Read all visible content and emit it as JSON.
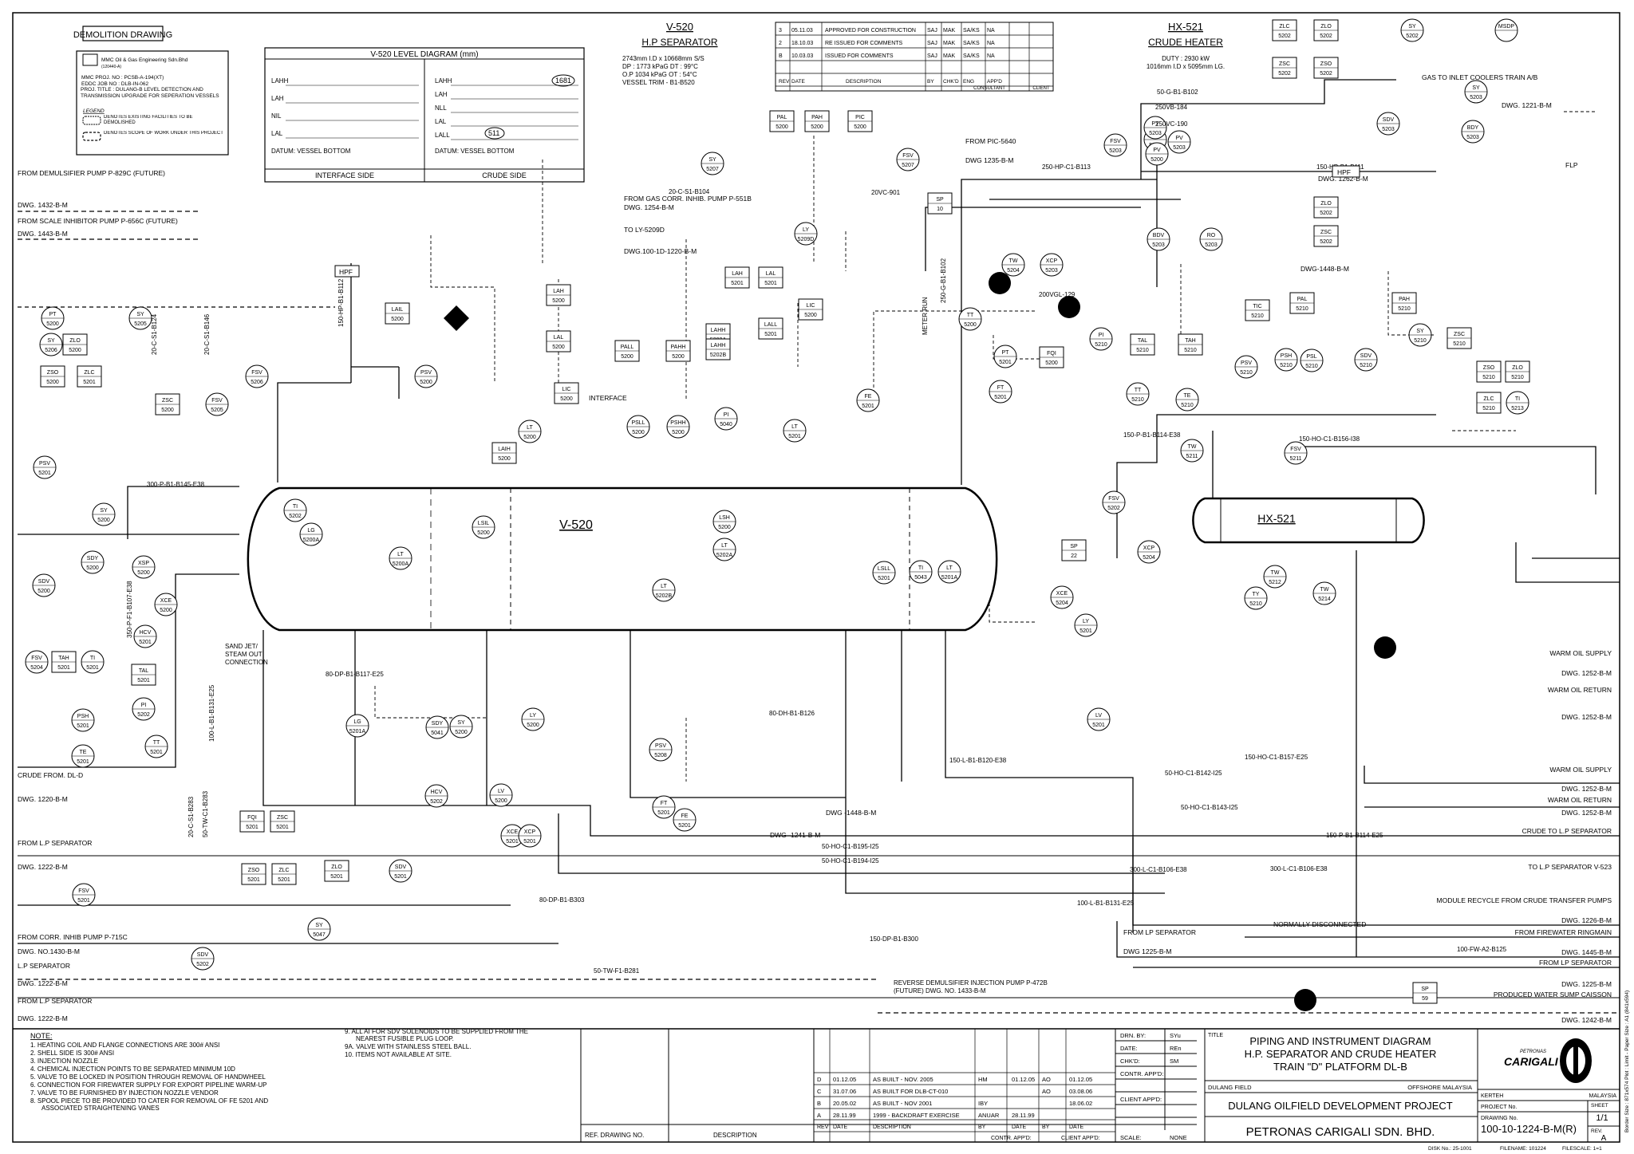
{
  "header": {
    "demolition": "DEMOLITION DRAWING",
    "company": "MMC Oil & Gas Engineering Sdn.Bhd",
    "company_sub": "(120440-A)",
    "mmc_proj": "MMC PROJ. NO : PCSB-A-194(XT)",
    "eddc_job": "EDDC JOB NO : DLB-IN-062",
    "proj_title": "PROJ. TITLE : DULANG-B LEVEL DETECTION AND TRANSMISSION UPGRADE FOR SEPERATION VESSELS",
    "legend_title": "LEGEND",
    "legend_1": "DENOTES EXISTING FACILITIES TO BE DEMOLISHED",
    "legend_2": "DENOTES SCOPE OF WORK UNDER THIS PROJECT"
  },
  "level_diagram": {
    "title": "V-520 LEVEL DIAGRAM (mm)",
    "interface_levels": [
      "LAHH",
      "LAH",
      "NIL",
      "LAL"
    ],
    "crude_levels": [
      "LAHH",
      "LAH",
      "NLL",
      "LAL",
      "LALL"
    ],
    "lahh_value": "1681",
    "lall_value": "511",
    "datum_left": "DATUM: VESSEL BOTTOM",
    "datum_right": "DATUM: VESSEL BOTTOM",
    "interface_side": "INTERFACE SIDE",
    "crude_side": "CRUDE SIDE"
  },
  "v520_spec": {
    "tag": "V-520",
    "name": "H.P SEPARATOR",
    "line1": "2743mm I.D x 10668mm S/S",
    "line2": "DP : 1773 kPaG DT : 99°C",
    "line3": "O.P 1034 kPaG OT : 54°C",
    "line4": "VESSEL TRIM - B1-B520"
  },
  "revision_block": {
    "rows": [
      [
        "3",
        "05.11.03",
        "APPROVED FOR CONSTRUCTION",
        "SAJ",
        "MAK",
        "SA/KS",
        "NA"
      ],
      [
        "2",
        "18.10.03",
        "RE ISSUED FOR COMMENTS",
        "SAJ",
        "MAK",
        "SA/KS",
        "NA"
      ],
      [
        "B",
        "10.03.03",
        "ISSUED FOR COMMENTS",
        "SAJ",
        "MAK",
        "SA/KS",
        "NA"
      ]
    ],
    "headers": [
      "REV",
      "DATE",
      "DESCRIPTION",
      "BY",
      "CHK'D",
      "ENG",
      "APP'D"
    ],
    "consultant": "CONSULTANT",
    "client": "CLIENT"
  },
  "hx521_spec": {
    "tag": "HX-521",
    "name": "CRUDE HEATER",
    "line1": "DUTY : 2930 kW",
    "line2": "1016mm I.D x 5095mm LG."
  },
  "vessel_labels": {
    "v520": "V-520",
    "hx521": "HX-521"
  },
  "instruments": [
    "ZLC 5202",
    "ZLO 5202",
    "ZSC 5202",
    "ZSO 5202",
    "SY 5202",
    "MSDP",
    "SY 5207",
    "PAL 5200",
    "PAH 5200",
    "PIC 5200",
    "FSV 5207",
    "SP 10",
    "PY 5200",
    "PV 5200",
    "TW 5204",
    "XCP 5203",
    "FSV 5203",
    "PY 5203",
    "PV 5203",
    "BDV 5203",
    "RO 5203",
    "SDV 5203",
    "BDY 5203",
    "SY 5203",
    "ZLO 5202",
    "ZSC 5202",
    "LY 5209D",
    "LIC 5200",
    "LAH 5201",
    "LAL 5201",
    "LAH 5200",
    "LAL 5200",
    "LIC 5200",
    "LAIL 5200",
    "PALL 5200",
    "PAHH 5200",
    "LAHH 5202A",
    "LAHH 5202B",
    "LALL 5201",
    "PSLL 5200",
    "PSHH 5200",
    "PI 5040",
    "LT 5201",
    "LT 5200",
    "LAIH 5200",
    "TT 5200",
    "PT 5201",
    "FQI 5200",
    "FT 5201",
    "FE 5201",
    "PT 5200",
    "SY 5205",
    "SY 5206",
    "ZLO 5200",
    "ZSO 5200",
    "ZLC 5201",
    "ZSC 5200",
    "FSV 5205",
    "FSV 5206",
    "PSV 5200",
    "PSV 5201",
    "SY 5200",
    "SDY 5200",
    "XSP 5200",
    "SDV 5200",
    "XCE 5200",
    "FSV 5204",
    "TAH 5201",
    "TI 5201",
    "TAL 5201",
    "PI 5202",
    "PSH 5201",
    "TT 5201",
    "TE 5201",
    "TI 5202",
    "LG 5200A",
    "LT 5200A",
    "LSIL 5200",
    "LSH 5200",
    "LT 5202A",
    "LT 5202B",
    "LSLL 5201",
    "TI 5043",
    "LT 5201A",
    "LG 5201A",
    "SDY 5041",
    "SY 5200",
    "LY 5200",
    "HCV 5202",
    "LV 5200",
    "XCE 5201",
    "XCP 5201",
    "PSV 5208",
    "FT 5201",
    "FE 5201",
    "FQI 5201",
    "ZSC 5201",
    "ZSO 5201",
    "ZLC 5201",
    "ZLO 5201",
    "SDV 5201",
    "FSV 5201",
    "SY 5047",
    "SDV 5202",
    "HCV 5201",
    "SP 59",
    "SP 22",
    "XCP 5204",
    "XCE 5204",
    "LY 5201",
    "LV 5201",
    "FSV 5202",
    "PI 5210",
    "TAL 5210",
    "TAH 5210",
    "TIC 5210",
    "PAL 5210",
    "PAH 5210",
    "PSV 5210",
    "PSL 5210",
    "PSH 5210",
    "SDV 5210",
    "SY 5210",
    "ZSC 5210",
    "ZSO 5210",
    "ZLC 5210",
    "ZLO 5210",
    "TI 5213",
    "TT 5210",
    "TE 5210",
    "TW 5211",
    "FSV 5211",
    "TW 5212",
    "TW 5214",
    "TY 5210"
  ],
  "line_labels": [
    "50-G-B1-B102",
    "250VB-184",
    "250VC-190",
    "150-HP-B1-B111",
    "250-HP-C1-B113",
    "20-C-S1-B104",
    "20VC-901",
    "250-G-B1-B102",
    "200VGL-129",
    "300-P-B1-B145-E38",
    "80-DP-B1-B117-E25",
    "100-L-B1-B131-E25",
    "150-P-B1-B114-E38",
    "150-HO-C1-B156-I38",
    "150-HO-C1-B157-E25",
    "50-HO-C1-B142-I25",
    "50-HO-C1-B143-I25",
    "150-P-B1-B114-E25",
    "300-L-C1-B106-E38",
    "100-L-B1-B131-E25",
    "150-DP-B1-B300",
    "50-TW-F1-B281",
    "150-L-B1-B120-E38",
    "80-DH-B1-B126",
    "50-HO-C1-B195-I25",
    "50-HO-C1-B194-I25",
    "100-FW-A2-B125",
    "300-L-C1-B106-E38",
    "80-DP-B1-B303",
    "350-P-F1-B107-E38",
    "20-C-S1-B124",
    "20-C-S1-B146",
    "150-HP-B1-B112",
    "20-C-S1-B283",
    "50-TW-C1-B283"
  ],
  "connections": {
    "from_demulsifier": "FROM DEMULSIFIER PUMP P-829C (FUTURE)",
    "dwg_1432": "DWG. 1432-B-M",
    "from_scale": "FROM SCALE INHIBITOR PUMP P-656C (FUTURE)",
    "dwg_1443": "DWG. 1443-B-M",
    "from_gas_corr": "FROM GAS CORR. INHIB. PUMP P-551B",
    "dwg_1254": "DWG. 1254-B-M",
    "to_ly": "TO LY-5209D",
    "dwg_100": "DWG.100-1D-1220-B-M",
    "from_pic": "FROM PIC-5640",
    "dwg_1235": "DWG 1235-B-M",
    "gas_inlet": "GAS TO INLET COOLERS TRAIN A/B",
    "dwg_1221": "DWG. 1221-B-M",
    "dwg_1262": "DWG. 1262-B-M",
    "dwc_1448": "DWG-1448-B-M",
    "crude_from": "CRUDE FROM. DL-D",
    "dwg_1220": "DWG. 1220-B-M",
    "from_lp": "FROM L.P SEPARATOR",
    "dwg_1222": "DWG. 1222-B-M",
    "from_corr": "FROM CORR. INHIB PUMP P-715C",
    "dwg_no_1430": "DWG. NO.1430-B-M",
    "lp_sep": "L.P SEPARATOR",
    "dwg_1222b": "DWG. 1222-B-M",
    "from_lp_sep": "FROM L.P SEPARATOR",
    "dwg_1222c": "DWG. 1222-B-M",
    "warm_oil_supply": "WARM OIL SUPPLY",
    "dwg_1252a": "DWG. 1252-B-M",
    "warm_oil_return": "WARM OIL RETURN",
    "dwg_1252b": "DWG. 1252-B-M",
    "warm_oil_supply2": "WARM OIL SUPPLY",
    "dwg_1252c": "DWG. 1252-B-M",
    "warm_oil_return2": "WARM OIL RETURN",
    "dwg_1252d": "DWG. 1252-B-M",
    "crude_to_lp": "CRUDE TO L.P SEPARATOR",
    "to_lp_v523": "TO L.P SEPARATOR V-523",
    "module_recycle": "MODULE RECYCLE FROM CRUDE TRANSFER PUMPS",
    "dwg_1226": "DWG. 1226-B-M",
    "from_fw": "FROM FIREWATER RINGMAIN",
    "dwg_1445": "DWG. 1445-B-M",
    "from_lp2": "FROM LP SEPARATOR",
    "dwg_1225a": "DWG. 1225-B-M",
    "produced_water": "PRODUCED WATER SUMP CAISSON",
    "dwg_1242": "DWG. 1242-B-M",
    "from_lp3": "FROM LP SEPARATOR",
    "dwg_1225b": "DWG 1225-B-M",
    "reverse_demuls": "REVERSE DEMULSIFIER INJECTION PUMP P-472B (FUTURE) DWG. NO. 1433-B-M",
    "to_flp": "FLP",
    "hpf": "HPF",
    "meter_run": "METER RUN",
    "interface": "INTERFACE",
    "normally_disconnected": "NORMALLY DISCONNECTED",
    "sand_jet": "SAND JET/ STEAM OUT CONNECTION",
    "dwg_1448": "DWG -1448-B-M",
    "dwg_1241": "DWG -1241-B-M"
  },
  "notes": {
    "title": "NOTE:",
    "left": [
      "1. HEATING COIL AND FLANGE CONNECTIONS ARE 300# ANSI",
      "2. SHELL SIDE IS 300# ANSI",
      "3. INJECTION NOZZLE",
      "4. CHEMICAL INJECTION POINTS TO BE SEPARATED MINIMUM 10D",
      "5. VALVE TO BE LOCKED IN POSITION THROUGH REMOVAL OF HANDWHEEL",
      "6. CONNECTION FOR FIREWATER SUPPLY FOR EXPORT PIPELINE WARM-UP",
      "7. VALVE TO BE FURNISHED BY INJECTION NOZZLE VENDOR",
      "8. SPOOL PIECE TO BE PROVIDED TO CATER FOR REMOVAL OF FE 5201 AND ASSOCIATED STRAIGHTENING VANES"
    ],
    "right": [
      "9. ALL AI FOR SDV SOLENOIDS TO BE SUPPLIED FROM THE NEAREST FUSIBLE PLUG LOOP.",
      "9A. VALVE WITH STAINLESS STEEL BALL.",
      "10. ITEMS NOT AVAILABLE AT SITE."
    ]
  },
  "title_block": {
    "ref_drawing": "REF. DRAWING NO.",
    "description": "DESCRIPTION",
    "rev_rows": [
      [
        "D",
        "01.12.05",
        "AS BUILT - NOV. 2005",
        "HM",
        "01.12.05",
        "AO",
        "01.12.05"
      ],
      [
        "C",
        "31.07.06",
        "AS BUILT FOR DLB-CT-010",
        "",
        "",
        "AO",
        "03.08.06"
      ],
      [
        "B",
        "20.05.02",
        "AS BUILT - NOV 2001",
        "IBY",
        "",
        "",
        "18.06.02"
      ],
      [
        "A",
        "28.11.99",
        "1999 - BACKDRAFT EXERCISE",
        "ANUAR",
        "28.11.99",
        "",
        ""
      ]
    ],
    "rev_hdr": [
      "REV",
      "DATE",
      "DESCRIPTION",
      "BY",
      "DATE",
      "BY",
      "DATE"
    ],
    "contr_appd": "CONTR. APP'D:",
    "client_appd": "CLIENT APP'D:",
    "drn_by": "DRN. BY:",
    "drn_by_val": "SYu",
    "date_lbl": "DATE:",
    "date_val": "REn",
    "chkd": "CHK'D:",
    "chkd_val": "SM",
    "contr_appd2": "CONTR. APP'D:",
    "client_appd2": "CLIENT APP'D:",
    "scale": "SCALE:",
    "scale_val": "NONE",
    "title_label": "TITLE",
    "title_1": "PIPING AND INSTRUMENT DIAGRAM",
    "title_2": "H.P. SEPARATOR AND CRUDE HEATER",
    "title_3": "TRAIN \"D\" PLATFORM DL-B",
    "field": "DULANG FIELD",
    "offshore": "OFFSHORE MALAYSIA",
    "project": "DULANG OILFIELD DEVELOPMENT PROJECT",
    "company": "PETRONAS CARIGALI SDN. BHD.",
    "logo_text": "CARIGALI",
    "logo_top": "PETRONAS",
    "kerteh": "KERTEH",
    "malaysia": "MALAYSIA",
    "project_no": "PROJECT No.",
    "drawing_no_lbl": "DRAWING No.",
    "drawing_no": "100-10-1224-B-M(R)",
    "sheet_lbl": "SHEET",
    "sheet": "1/1",
    "rev_lbl": "REV.",
    "rev": "A",
    "disk": "DISK No.: 25-1001",
    "filename": "FILENAME: 101224",
    "filescale": "FILESCALE: 1=1",
    "border": "Border Size : 871x574  Plot : Limit - Paper Size : A1 (841x594)"
  }
}
